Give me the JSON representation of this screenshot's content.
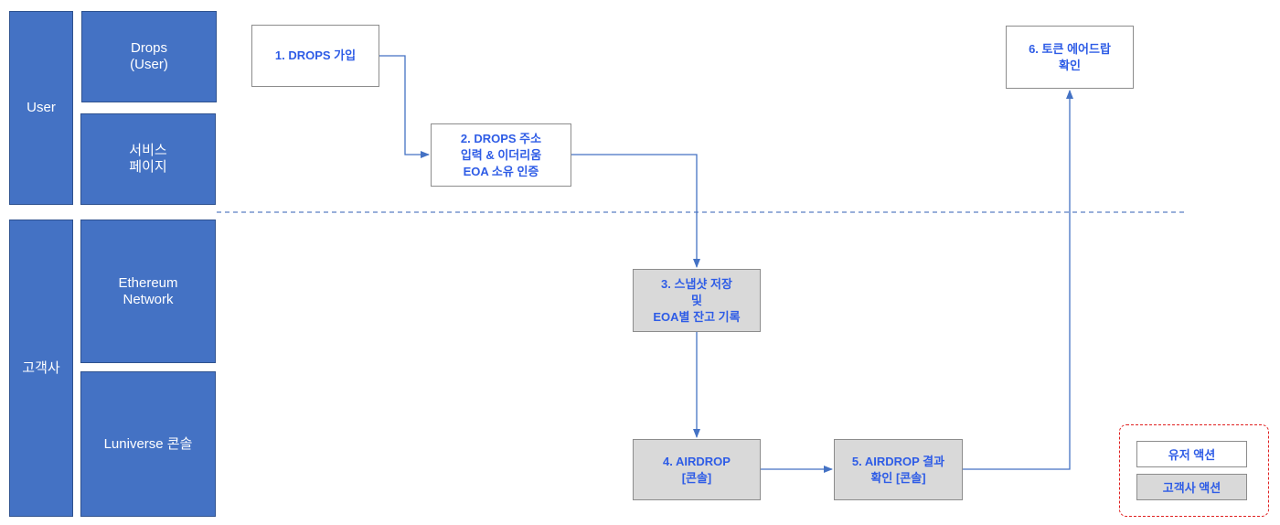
{
  "lanes": {
    "user": "User",
    "drops_user": "Drops\n(User)",
    "service_page": "서비스\n페이지",
    "customer": "고객사",
    "ethereum_network": "Ethereum\nNetwork",
    "luniverse_console": "Luniverse 콘솔"
  },
  "steps": {
    "s1": "1. DROPS 가입",
    "s2": "2. DROPS 주소\n입력 & 이더리움\nEOA 소유 인증",
    "s3": "3. 스냅샷 저장\n및\nEOA별 잔고 기록",
    "s4": "4. AIRDROP\n[콘솔]",
    "s5": "5. AIRDROP 결과\n확인 [콘솔]",
    "s6": "6. 토큰 에어드랍\n확인"
  },
  "legend": {
    "user_action": "유저 액션",
    "customer_action": "고객사 액션"
  },
  "colors": {
    "lane_fill": "#4472c4",
    "connector": "#4472c4",
    "step_text": "#2e5ce6",
    "customer_step_fill": "#d9d9d9",
    "legend_border": "#e02020"
  }
}
